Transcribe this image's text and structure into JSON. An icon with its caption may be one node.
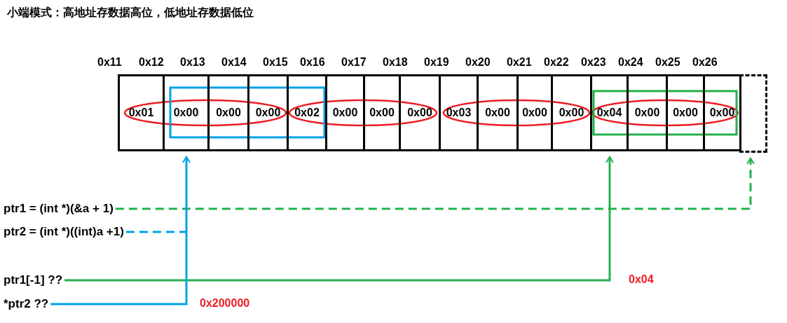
{
  "diagram": {
    "title": "小端模式：高地址存数据高位，低地址存数据低位",
    "nodes": [
      {
        "text": [
          "0x01"
        ]
      },
      {
        "text": [
          "0x00"
        ]
      },
      {
        "text": [
          "0x00"
        ]
      },
      {
        "text": [
          "0x00"
        ]
      },
      {
        "text": [
          "0x02"
        ]
      },
      {
        "text": [
          "0x00"
        ]
      },
      {
        "text": [
          "0x00"
        ]
      },
      {
        "text": [
          "0x00"
        ]
      },
      {
        "text": [
          "0x03"
        ]
      },
      {
        "text": [
          "0x00"
        ]
      },
      {
        "text": [
          "0x00"
        ]
      },
      {
        "text": [
          "0x00"
        ]
      },
      {
        "text": [
          "0x04"
        ]
      },
      {
        "text": [
          "0x00"
        ]
      },
      {
        "text": [
          "0x00"
        ]
      },
      {
        "text": [
          "0x00"
        ]
      },
      {
        "text": [],
        "shape": "box"
      },
      {
        "text": [
          "ptr1 = (int *)(&a + 1)"
        ]
      },
      {
        "text": [
          "ptr2 = (int *)((int)a +1)"
        ]
      },
      {
        "text": [
          "ptr1[-1]  ??"
        ]
      },
      {
        "text": [
          "*ptr2  ??"
        ]
      }
    ],
    "edges": [
      {
        "from": 17,
        "to": 16,
        "arrow": "to",
        "style": "dashed",
        "color": "#22b14c"
      },
      {
        "from": 18,
        "to": null,
        "arrow": "none",
        "style": "dashed",
        "color": "#00a2e8"
      },
      {
        "from": 19,
        "to": 12,
        "arrow": "to",
        "color": "#22b14c"
      },
      {
        "from": 20,
        "to": 1,
        "arrow": "to",
        "color": "#00a2e8"
      }
    ],
    "labels": [
      "0x11",
      "0x12",
      "0x13",
      "0x14",
      "0x15",
      "0x16",
      "0x17",
      "0x18",
      "0x19",
      "0x20",
      "0x21",
      "0x22",
      "0x23",
      "0x24",
      "0x25",
      "0x26",
      "0x04",
      "0x200000"
    ]
  }
}
